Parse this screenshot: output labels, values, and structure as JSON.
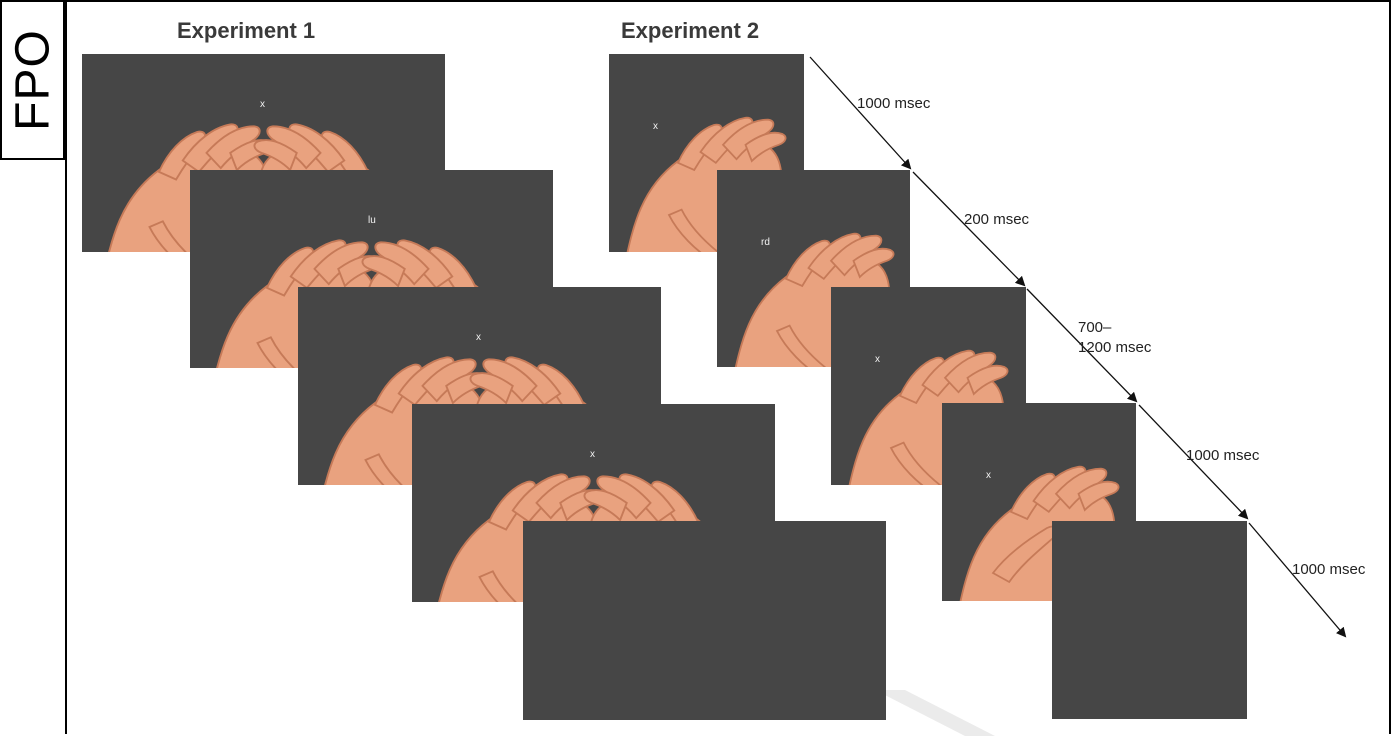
{
  "fpo_label": "FPO",
  "experiment1": {
    "title": "Experiment 1",
    "frames": [
      {
        "cue": "x",
        "hands": "both"
      },
      {
        "cue": "lu",
        "hands": "both"
      },
      {
        "cue": "x",
        "hands": "both"
      },
      {
        "cue": "x",
        "hands": "both-right-lifted"
      },
      {
        "cue": "",
        "hands": "none"
      }
    ]
  },
  "experiment2": {
    "title": "Experiment 2",
    "frames": [
      {
        "cue": "x",
        "hands": "right"
      },
      {
        "cue": "rd",
        "hands": "right"
      },
      {
        "cue": "x",
        "hands": "right"
      },
      {
        "cue": "x",
        "hands": "right-lifted"
      },
      {
        "cue": "",
        "hands": "none"
      }
    ],
    "timings": [
      "1000 msec",
      "200 msec",
      "700–\n1200 msec",
      "1000 msec",
      "1000 msec"
    ]
  },
  "colors": {
    "panel_bg": "#464646",
    "skin": "#e9a27f",
    "skin_shadow": "#c67a58",
    "text": "#222222"
  }
}
